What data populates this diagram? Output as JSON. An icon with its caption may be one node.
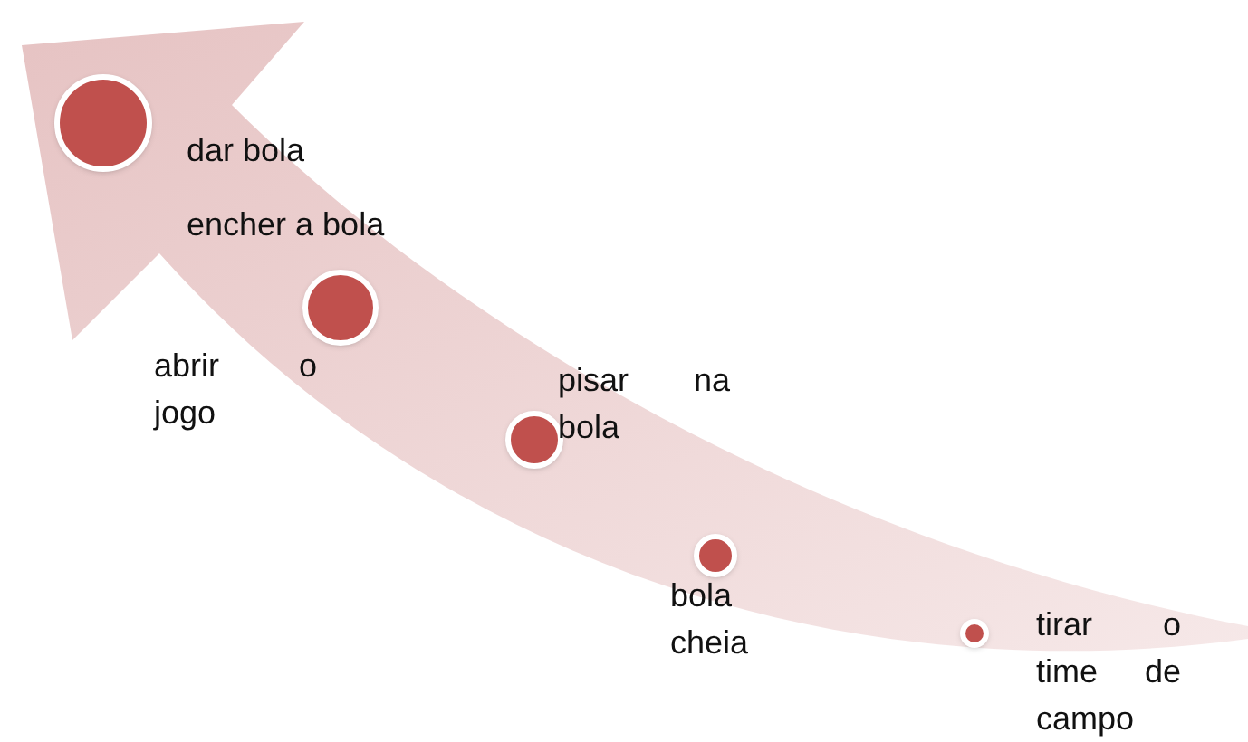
{
  "diagram": {
    "nodes": [
      {
        "text": [],
        "shape": "circle",
        "beside": [
          "dar bola"
        ]
      },
      {
        "text": [],
        "shape": "circle",
        "beside": [
          "encher a bola",
          "abrir o jogo"
        ]
      },
      {
        "text": [],
        "shape": "circle",
        "beside": [
          "pisar na bola"
        ]
      },
      {
        "text": [],
        "shape": "circle",
        "beside": [
          "bola cheia"
        ]
      },
      {
        "text": [],
        "shape": "circle",
        "beside": [
          "tirar o time de campo"
        ]
      }
    ]
  }
}
